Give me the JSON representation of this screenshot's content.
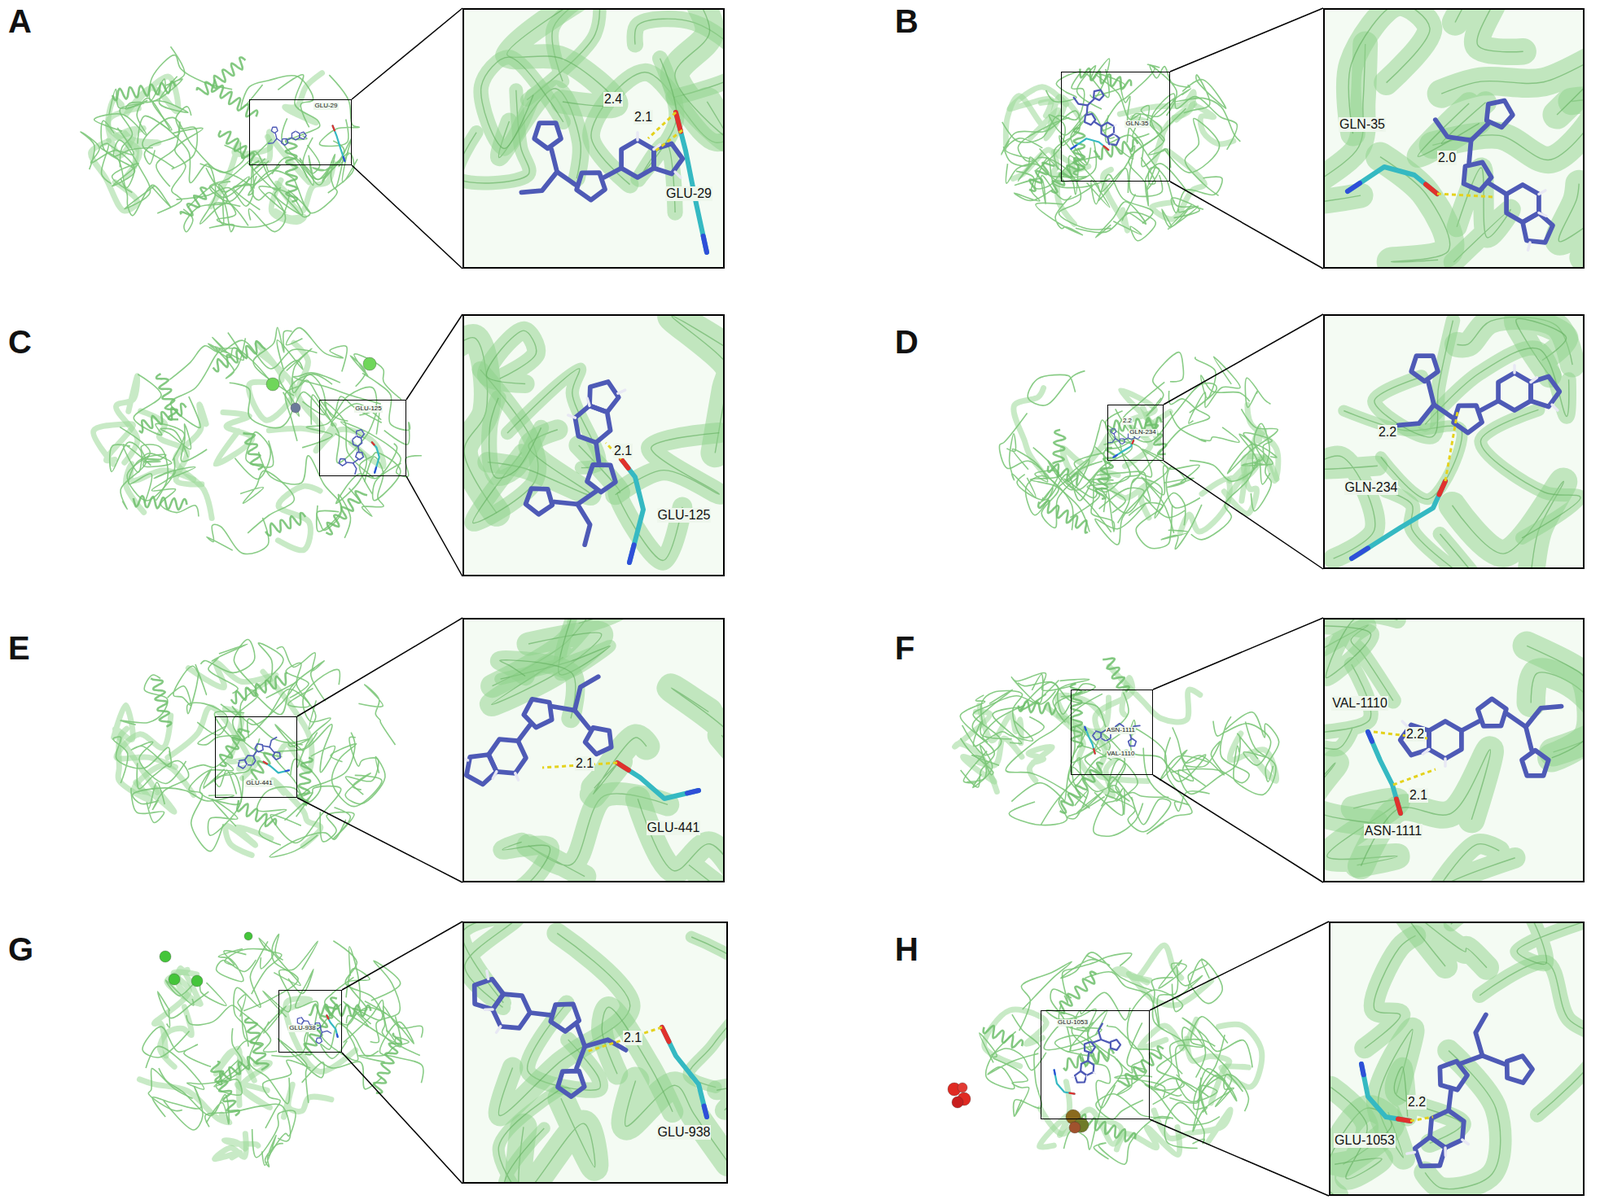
{
  "diagram": {
    "nodes": [
      {
        "text": [
          "GLU-29"
        ]
      },
      {
        "text": [
          "2.4",
          "2.1",
          "GLU-29"
        ]
      },
      {
        "text": [
          "GLN-35"
        ]
      },
      {
        "text": [
          "GLN-35",
          "2.0"
        ]
      },
      {
        "text": [
          "GLU-125"
        ]
      },
      {
        "text": [
          "2.1",
          "GLU-125"
        ]
      },
      {
        "text": [
          "2.2",
          "GLN-234"
        ]
      },
      {
        "text": [
          "2.2",
          "GLN-234"
        ]
      },
      {
        "text": [
          "GLU-441"
        ]
      },
      {
        "text": [
          "2.1",
          "GLU-441"
        ]
      },
      {
        "text": [
          "ASN-1111",
          "VAL-1110"
        ]
      },
      {
        "text": [
          "VAL-1110",
          "2.2",
          "2.1",
          "ASN-1111"
        ]
      },
      {
        "text": [
          "GLU-938"
        ]
      },
      {
        "text": [
          "2.1",
          "GLU-938"
        ]
      },
      {
        "text": [
          "GLU-1053"
        ]
      },
      {
        "text": [
          "2.2",
          "GLU-1053"
        ]
      }
    ],
    "edges": [
      {
        "from": 0,
        "to": 1,
        "arrow": "none"
      },
      {
        "from": 0,
        "to": 1,
        "arrow": "none"
      },
      {
        "from": 2,
        "to": 3,
        "arrow": "none"
      },
      {
        "from": 2,
        "to": 3,
        "arrow": "none"
      },
      {
        "from": 4,
        "to": 5,
        "arrow": "none"
      },
      {
        "from": 4,
        "to": 5,
        "arrow": "none"
      },
      {
        "from": 6,
        "to": 7,
        "arrow": "none"
      },
      {
        "from": 6,
        "to": 7,
        "arrow": "none"
      },
      {
        "from": 8,
        "to": 9,
        "arrow": "none"
      },
      {
        "from": 8,
        "to": 9,
        "arrow": "none"
      },
      {
        "from": 10,
        "to": 11,
        "arrow": "none"
      },
      {
        "from": 10,
        "to": 11,
        "arrow": "none"
      },
      {
        "from": 12,
        "to": 13,
        "arrow": "none"
      },
      {
        "from": 12,
        "to": 13,
        "arrow": "none"
      },
      {
        "from": 14,
        "to": 15,
        "arrow": "none"
      },
      {
        "from": 14,
        "to": 15,
        "arrow": "none"
      }
    ],
    "labels": [
      "A",
      "B",
      "C",
      "D",
      "E",
      "F",
      "G",
      "H"
    ]
  }
}
